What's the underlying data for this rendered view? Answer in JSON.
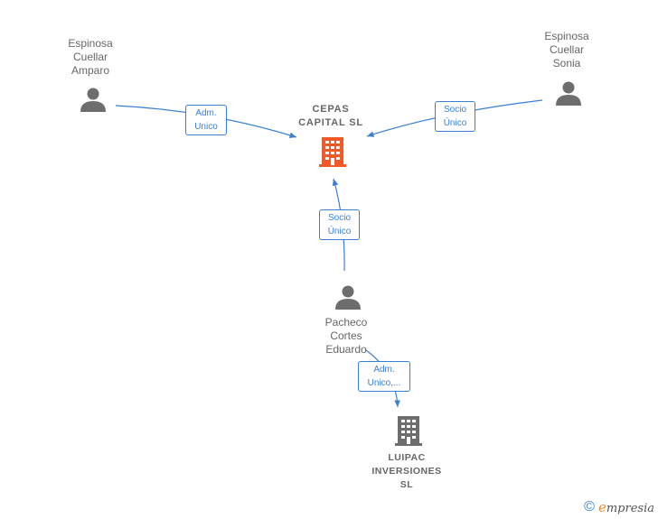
{
  "nodes": {
    "company_main": {
      "name": "CEPAS\nCAPITAL  SL",
      "color": "#f05a28",
      "type": "company"
    },
    "company_second": {
      "name": "LUIPAC\nINVERSIONES\nSL",
      "color": "#6d6d6d",
      "type": "company"
    },
    "person_amparo": {
      "name": "Espinosa\nCuellar\nAmparo",
      "type": "person"
    },
    "person_sonia": {
      "name": "Espinosa\nCuellar\nSonia",
      "type": "person"
    },
    "person_eduardo": {
      "name": "Pacheco\nCortes\nEduardo",
      "type": "person"
    }
  },
  "edges": {
    "amparo_to_main": "Adm.\nUnico",
    "sonia_to_main": "Socio\nÚnico",
    "eduardo_to_main": "Socio\nÚnico",
    "eduardo_to_second": "Adm.\nUnico,..."
  },
  "colors": {
    "edge": "#3a7fd5",
    "person_icon": "#6d6d6d",
    "text": "#666666"
  },
  "footer": {
    "copyright_symbol": "©",
    "brand_initial": "e",
    "brand_rest": "mpresia"
  }
}
